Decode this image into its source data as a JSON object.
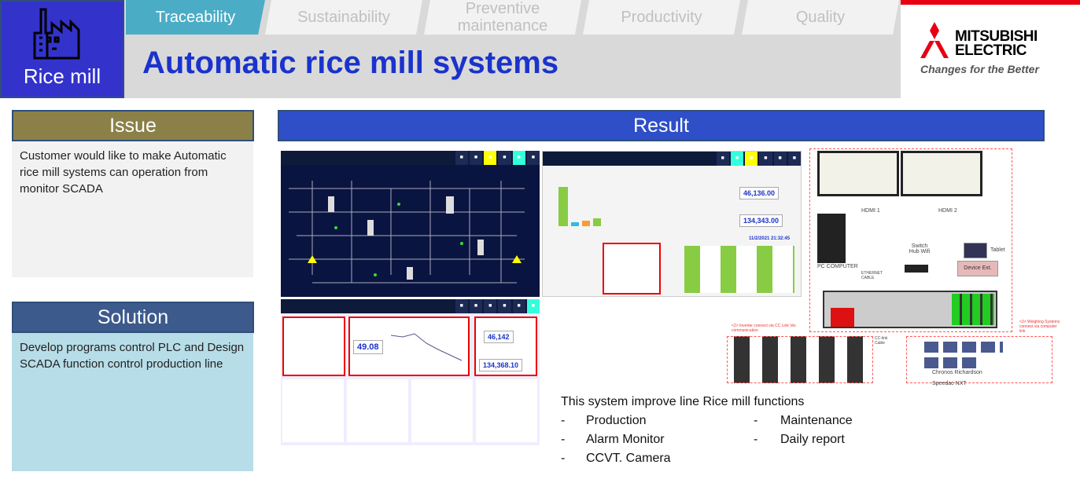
{
  "category": {
    "label": "Rice mill",
    "icon": "factory-icon"
  },
  "tabs": [
    {
      "label": "Traceability",
      "active": true
    },
    {
      "label": "Sustainability",
      "active": false
    },
    {
      "label": "Preventive maintenance",
      "active": false
    },
    {
      "label": "Productivity",
      "active": false
    },
    {
      "label": "Quality",
      "active": false
    }
  ],
  "title": "Automatic rice mill systems",
  "brand": {
    "name_line1": "MITSUBISHI",
    "name_line2": "ELECTRIC",
    "tagline": "Changes for the Better",
    "color": "#e60012"
  },
  "issue": {
    "heading": "Issue",
    "text": "Customer would like to make Automatic rice mill systems can operation from monitor SCADA"
  },
  "solution": {
    "heading": "Solution",
    "text": "Develop programs control PLC and Design SCADA function control production line"
  },
  "result": {
    "heading": "Result",
    "screens": {
      "production_value": "49.08",
      "target_value": "46,142",
      "total_value": "134,368.10",
      "energy_value_1": "46,136.00",
      "energy_value_2": "134,343.00",
      "timestamp": "11/2/2021 21:32:45"
    },
    "diagram": {
      "hdmi1": "HDMI 1",
      "hdmi2": "HDMI 2",
      "pc": "PC COMPUTER",
      "switch": "Switch Hub Wifi",
      "tablet": "Tablet",
      "device": "Device Ext.",
      "ethernet": "ETHERNET CABLE",
      "inverter_note": "<2> Inverter connect via CC Link  Ver. communication",
      "cclink": "CC-link Cable",
      "weighing_note": "<3> Weighing Systems connect via computer link",
      "chronos": "Chronos Richardson",
      "speedac": "Speedac NXT"
    },
    "summary": {
      "intro": "This system improve line Rice mill functions",
      "left": [
        "Production",
        "Alarm Monitor",
        "CCVT. Camera"
      ],
      "right": [
        "Maintenance",
        "Daily report"
      ]
    }
  }
}
